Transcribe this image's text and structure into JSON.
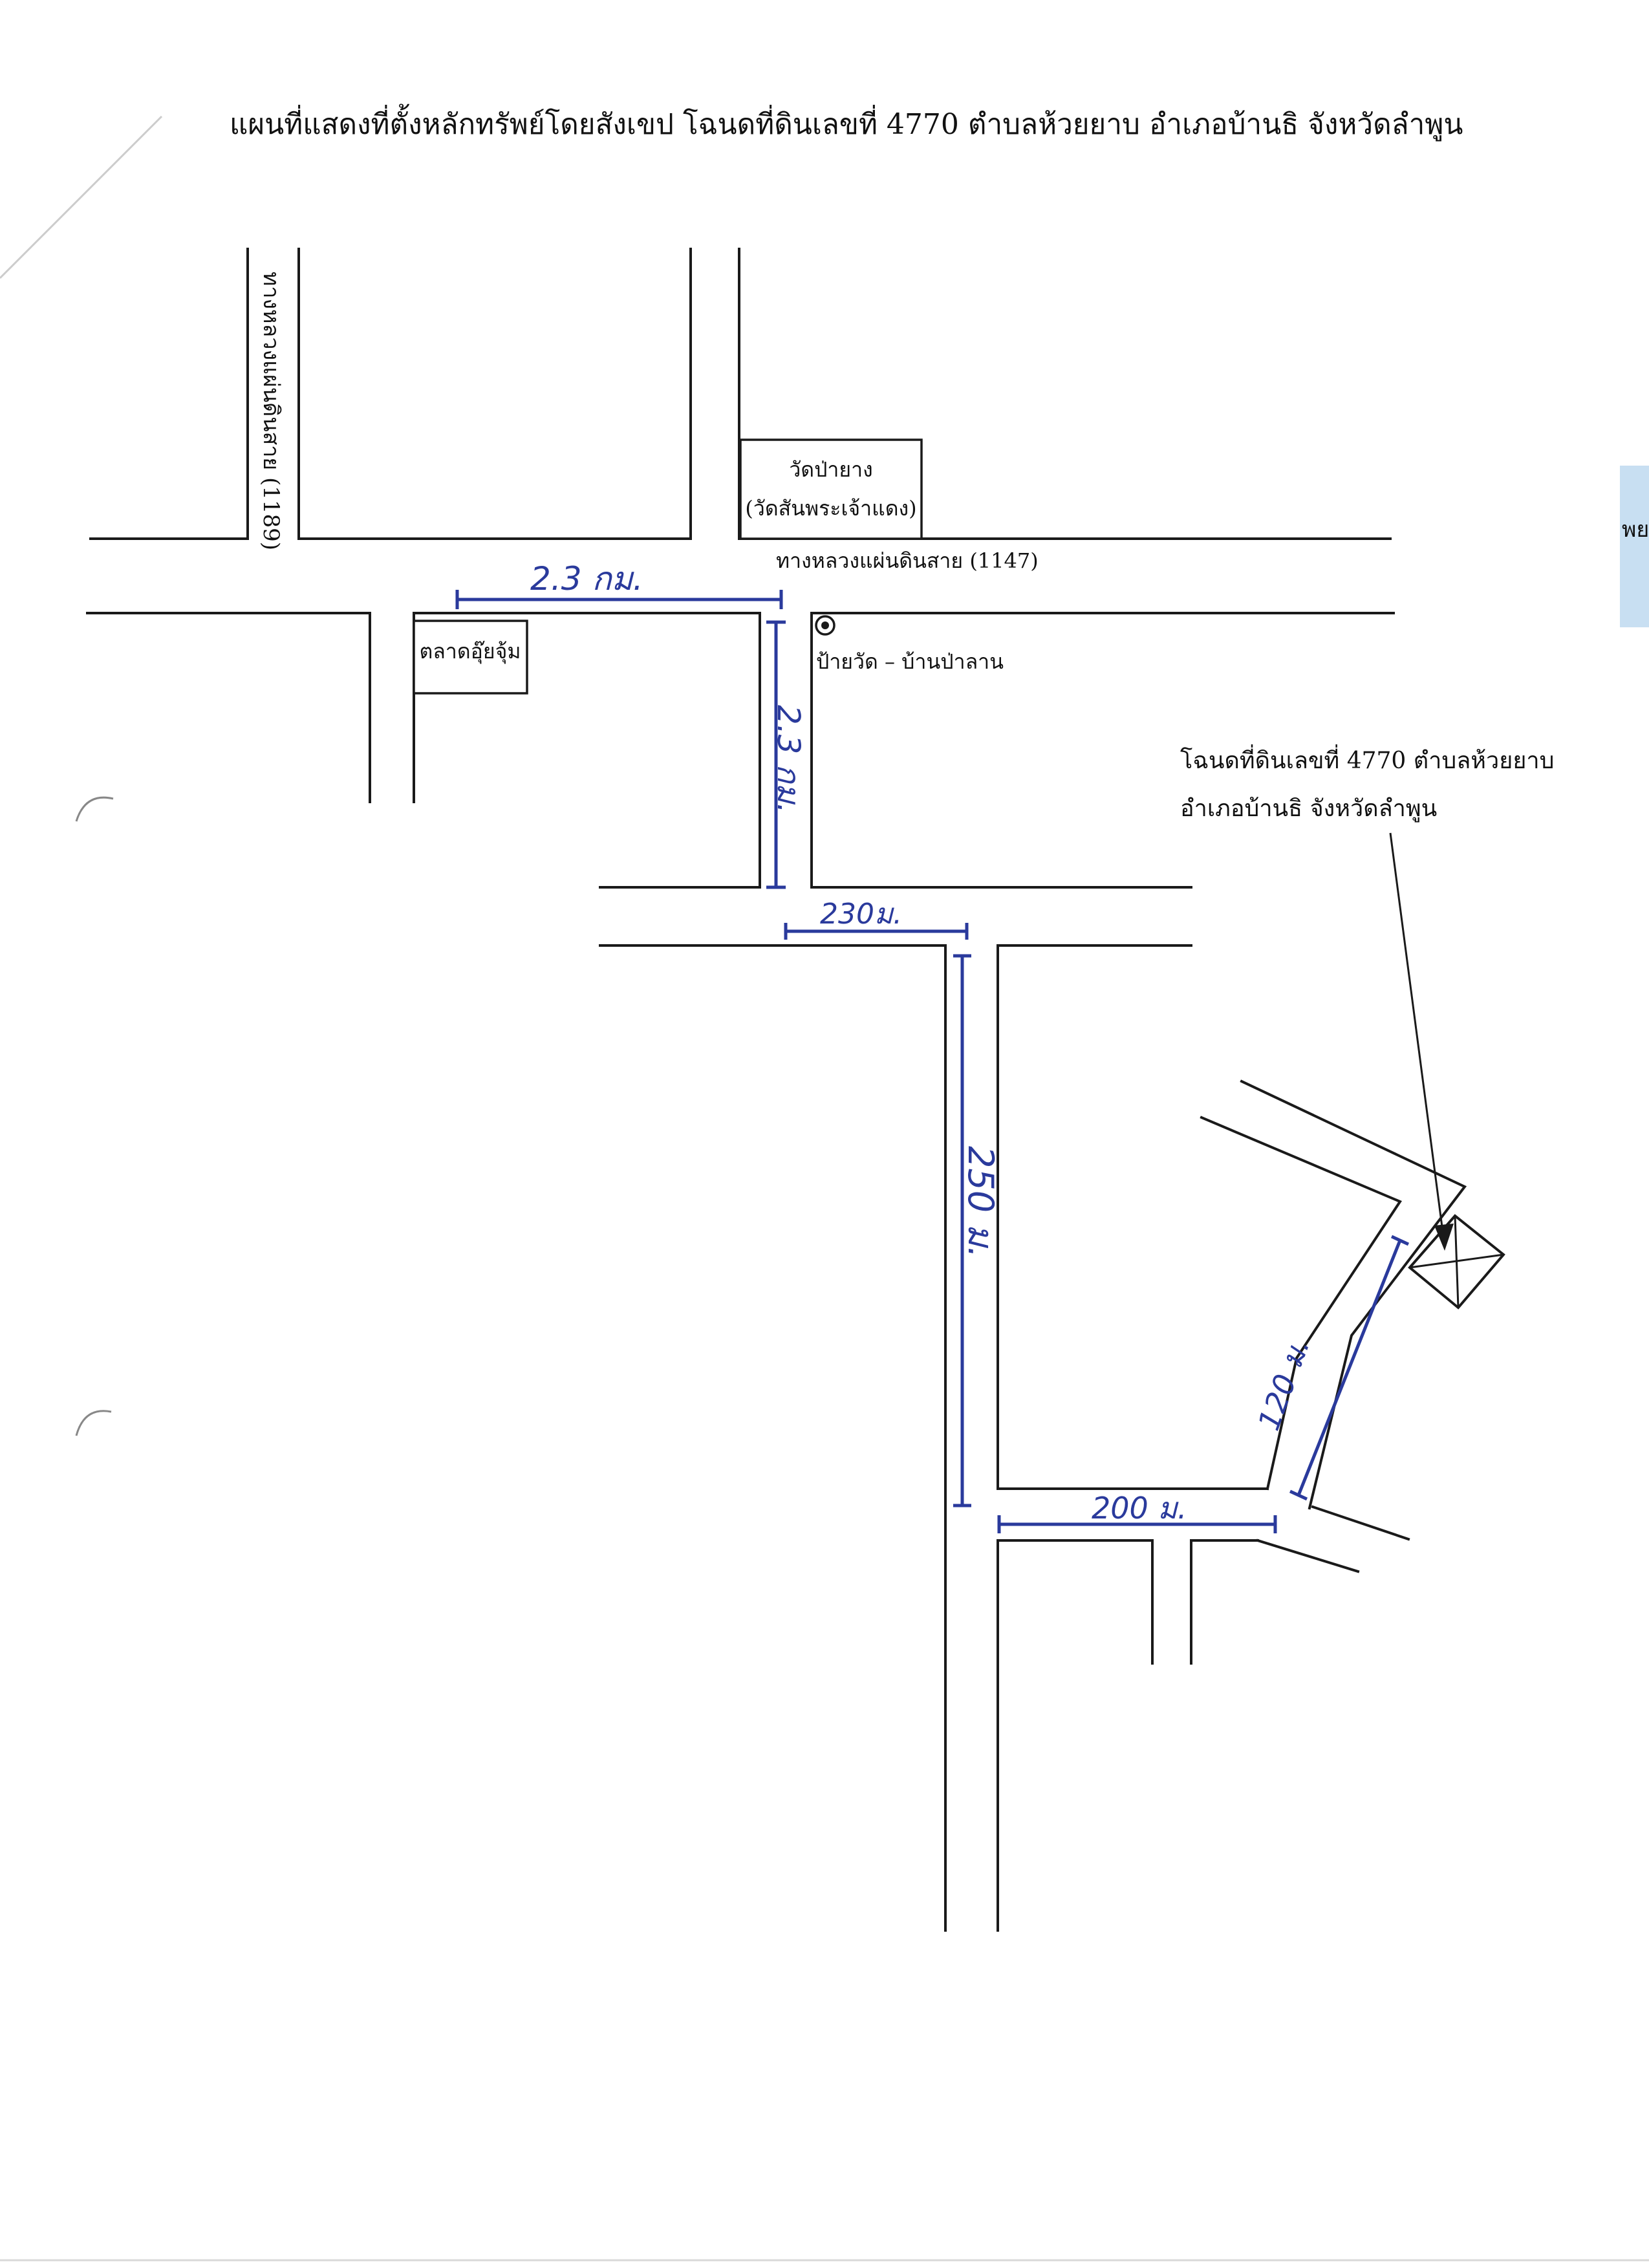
{
  "title": "แผนที่แสดงที่ตั้งหลักทรัพย์โดยสังเขป โฉนดที่ดินเลขที่ 4770 ตำบลห้วยยาบ อำเภอบ้านธิ จังหวัดลำพูน",
  "roads": {
    "highway_1189": "ทางหลวงแผ่นดินสาย (1189)",
    "highway_1147": "ทางหลวงแผ่นดินสาย (1147)"
  },
  "landmarks": {
    "temple_line1": "วัดป่ายาง",
    "temple_line2": "(วัดสันพระเจ้าแดง)",
    "market": "ตลาดอุ๊ยจุ้ม",
    "bus_stop": "ป้ายวัด – บ้านป่าลาน"
  },
  "target": {
    "line1": "โฉนดที่ดินเลขที่ 4770 ตำบลห้วยยาบ",
    "line2": "อำเภอบ้านธิ จังหวัดลำพูน"
  },
  "distances": {
    "horizontal_top": "2.3 กม.",
    "vertical_top": "2.3 กม.",
    "short_horizontal": "230ม.",
    "long_vertical": "250 ม.",
    "bottom_horizontal": "200 ม.",
    "diagonal": "120 ม."
  },
  "edge_tab": "พย",
  "colors": {
    "ink": "#1a1a1a",
    "handwriting": "#2a3a9c",
    "edge_tab": "#c8dff2"
  }
}
